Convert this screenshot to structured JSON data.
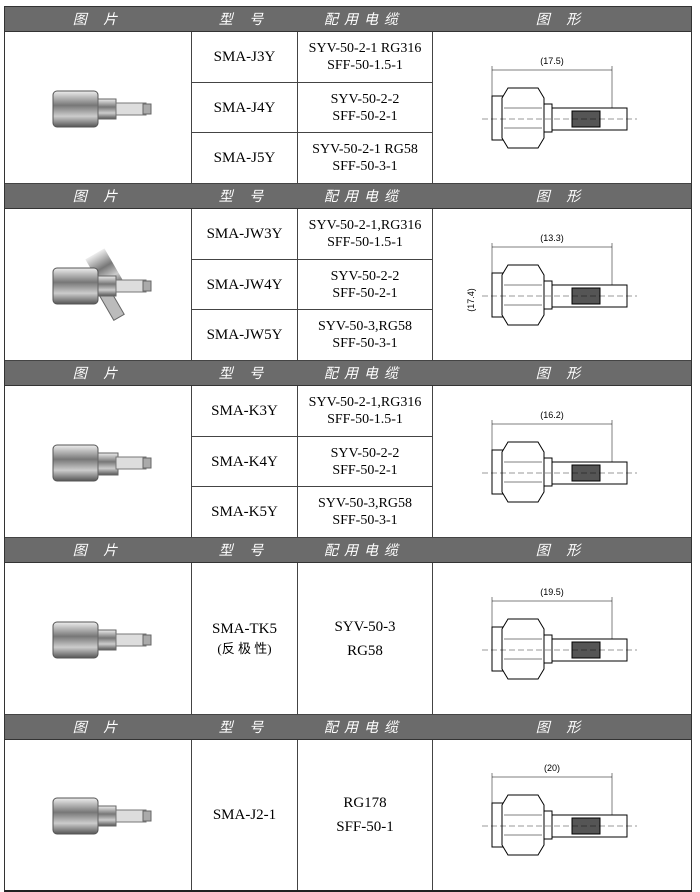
{
  "headers": {
    "photo": "图 片",
    "model": "型 号",
    "cable": "配用电缆",
    "drawing": "图 形"
  },
  "sections": [
    {
      "drawing_dim": "(17.5)",
      "rows": [
        {
          "model": "SMA-J3Y",
          "cable1": "SYV-50-2-1  RG316",
          "cable2": "SFF-50-1.5-1"
        },
        {
          "model": "SMA-J4Y",
          "cable1": "SYV-50-2-2",
          "cable2": "SFF-50-2-1"
        },
        {
          "model": "SMA-J5Y",
          "cable1": "SYV-50-2-1  RG58",
          "cable2": "SFF-50-3-1"
        }
      ]
    },
    {
      "drawing_dim": "(13.3)",
      "drawing_dim2": "(17.4)",
      "rows": [
        {
          "model": "SMA-JW3Y",
          "cable1": "SYV-50-2-1,RG316",
          "cable2": "SFF-50-1.5-1"
        },
        {
          "model": "SMA-JW4Y",
          "cable1": "SYV-50-2-2",
          "cable2": "SFF-50-2-1"
        },
        {
          "model": "SMA-JW5Y",
          "cable1": "SYV-50-3,RG58",
          "cable2": "SFF-50-3-1"
        }
      ]
    },
    {
      "drawing_dim": "(16.2)",
      "rows": [
        {
          "model": "SMA-K3Y",
          "cable1": "SYV-50-2-1,RG316",
          "cable2": "SFF-50-1.5-1"
        },
        {
          "model": "SMA-K4Y",
          "cable1": "SYV-50-2-2",
          "cable2": "SFF-50-2-1"
        },
        {
          "model": "SMA-K5Y",
          "cable1": "SYV-50-3,RG58",
          "cable2": "SFF-50-3-1"
        }
      ]
    },
    {
      "drawing_dim": "(19.5)",
      "rows": [
        {
          "model": "SMA-TK5",
          "model_note": "(反 极 性)",
          "cable1": "SYV-50-3",
          "cable2": "RG58"
        }
      ]
    },
    {
      "drawing_dim": "(20)",
      "rows": [
        {
          "model": "SMA-J2-1",
          "cable1": "RG178",
          "cable2": "SFF-50-1"
        }
      ]
    }
  ]
}
